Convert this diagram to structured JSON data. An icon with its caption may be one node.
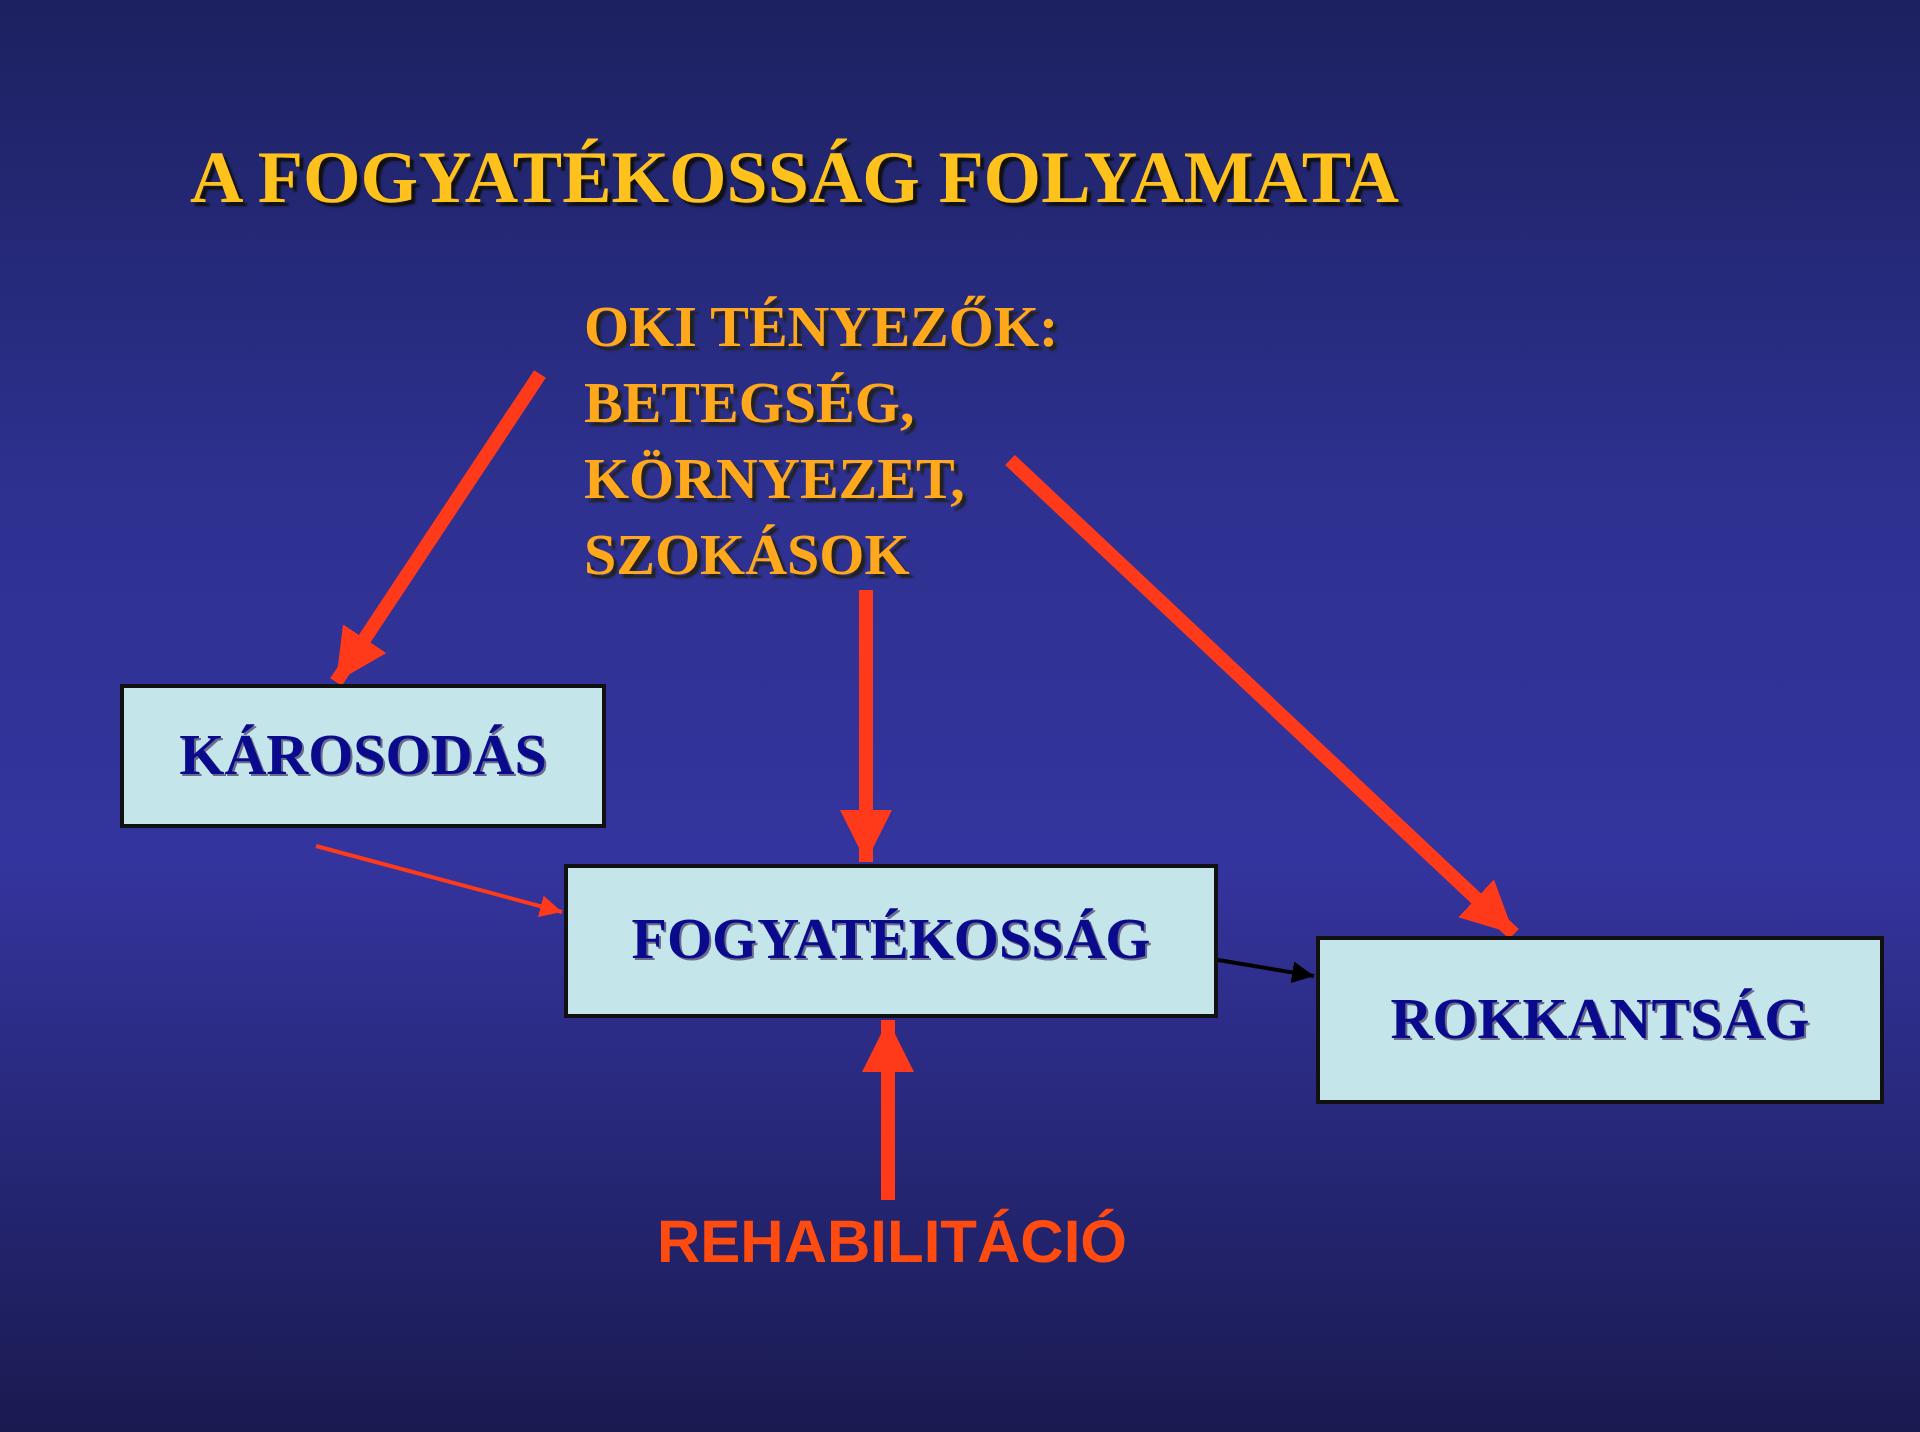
{
  "diagram": {
    "title": "A FOGYATÉKOSSÁG FOLYAMATA",
    "nodes": [
      {
        "text": [
          "OKI TÉNYEZŐK: BETEGSÉG, KÖRNYEZET, SZOKÁSOK"
        ]
      },
      {
        "text": [
          "KÁROSODÁS"
        ]
      },
      {
        "text": [
          "FOGYATÉKOSSÁG"
        ]
      },
      {
        "text": [
          "ROKKANTSÁG"
        ]
      },
      {
        "text": [
          "REHABILITÁCIÓ"
        ]
      }
    ],
    "edges": [
      {
        "from": 0,
        "to": 1,
        "arrow": "to"
      },
      {
        "from": 0,
        "to": 2,
        "arrow": "to"
      },
      {
        "from": 0,
        "to": 3,
        "arrow": "to"
      },
      {
        "from": 1,
        "to": 2,
        "arrow": "to"
      },
      {
        "from": 2,
        "to": 3,
        "arrow": "to",
        "color": "#000000"
      },
      {
        "from": 4,
        "to": 2,
        "arrow": "to"
      }
    ]
  }
}
